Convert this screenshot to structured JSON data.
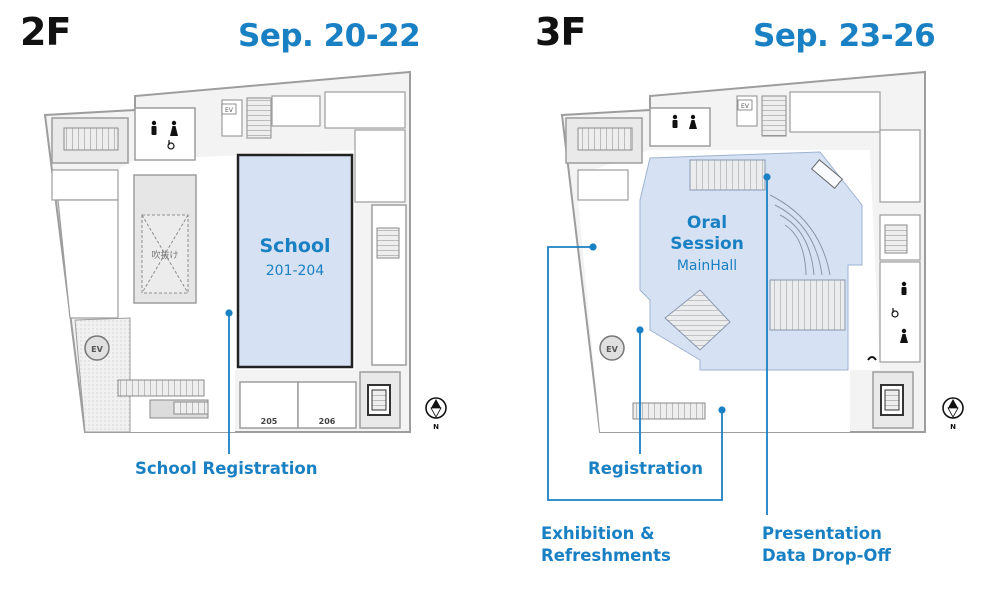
{
  "floor_2f": {
    "floor": "2F",
    "dates": "Sep. 20-22",
    "rooms": {
      "school_title": "School",
      "school_rooms": "201-204",
      "room_205": "205",
      "room_206": "206",
      "void_label": "吹抜け",
      "elevator": "EV",
      "elevator_small": "EV"
    },
    "callouts": {
      "school_registration": "School Registration"
    },
    "compass": "N"
  },
  "floor_3f": {
    "floor": "3F",
    "dates": "Sep. 23-26",
    "rooms": {
      "hall_line1": "Oral",
      "hall_line2": "Session",
      "hall_line3": "MainHall",
      "elevator": "EV",
      "elevator_small": "EV"
    },
    "callouts": {
      "registration": "Registration",
      "exhibition_line1": "Exhibition &",
      "exhibition_line2": "Refreshments",
      "presentation_line1": "Presentation",
      "presentation_line2": "Data Drop-Off"
    },
    "compass": "N"
  },
  "colors": {
    "accent": "#1a80c4",
    "highlight_fill": "#d6e2f3",
    "wall": "#a9a9a9",
    "floor": "#ffffff",
    "service": "#e9e9e9"
  },
  "icons": [
    "restroom-icon",
    "wheelchair-icon",
    "elevator-icon",
    "stairs-icon",
    "compass-icon",
    "phone-icon"
  ]
}
